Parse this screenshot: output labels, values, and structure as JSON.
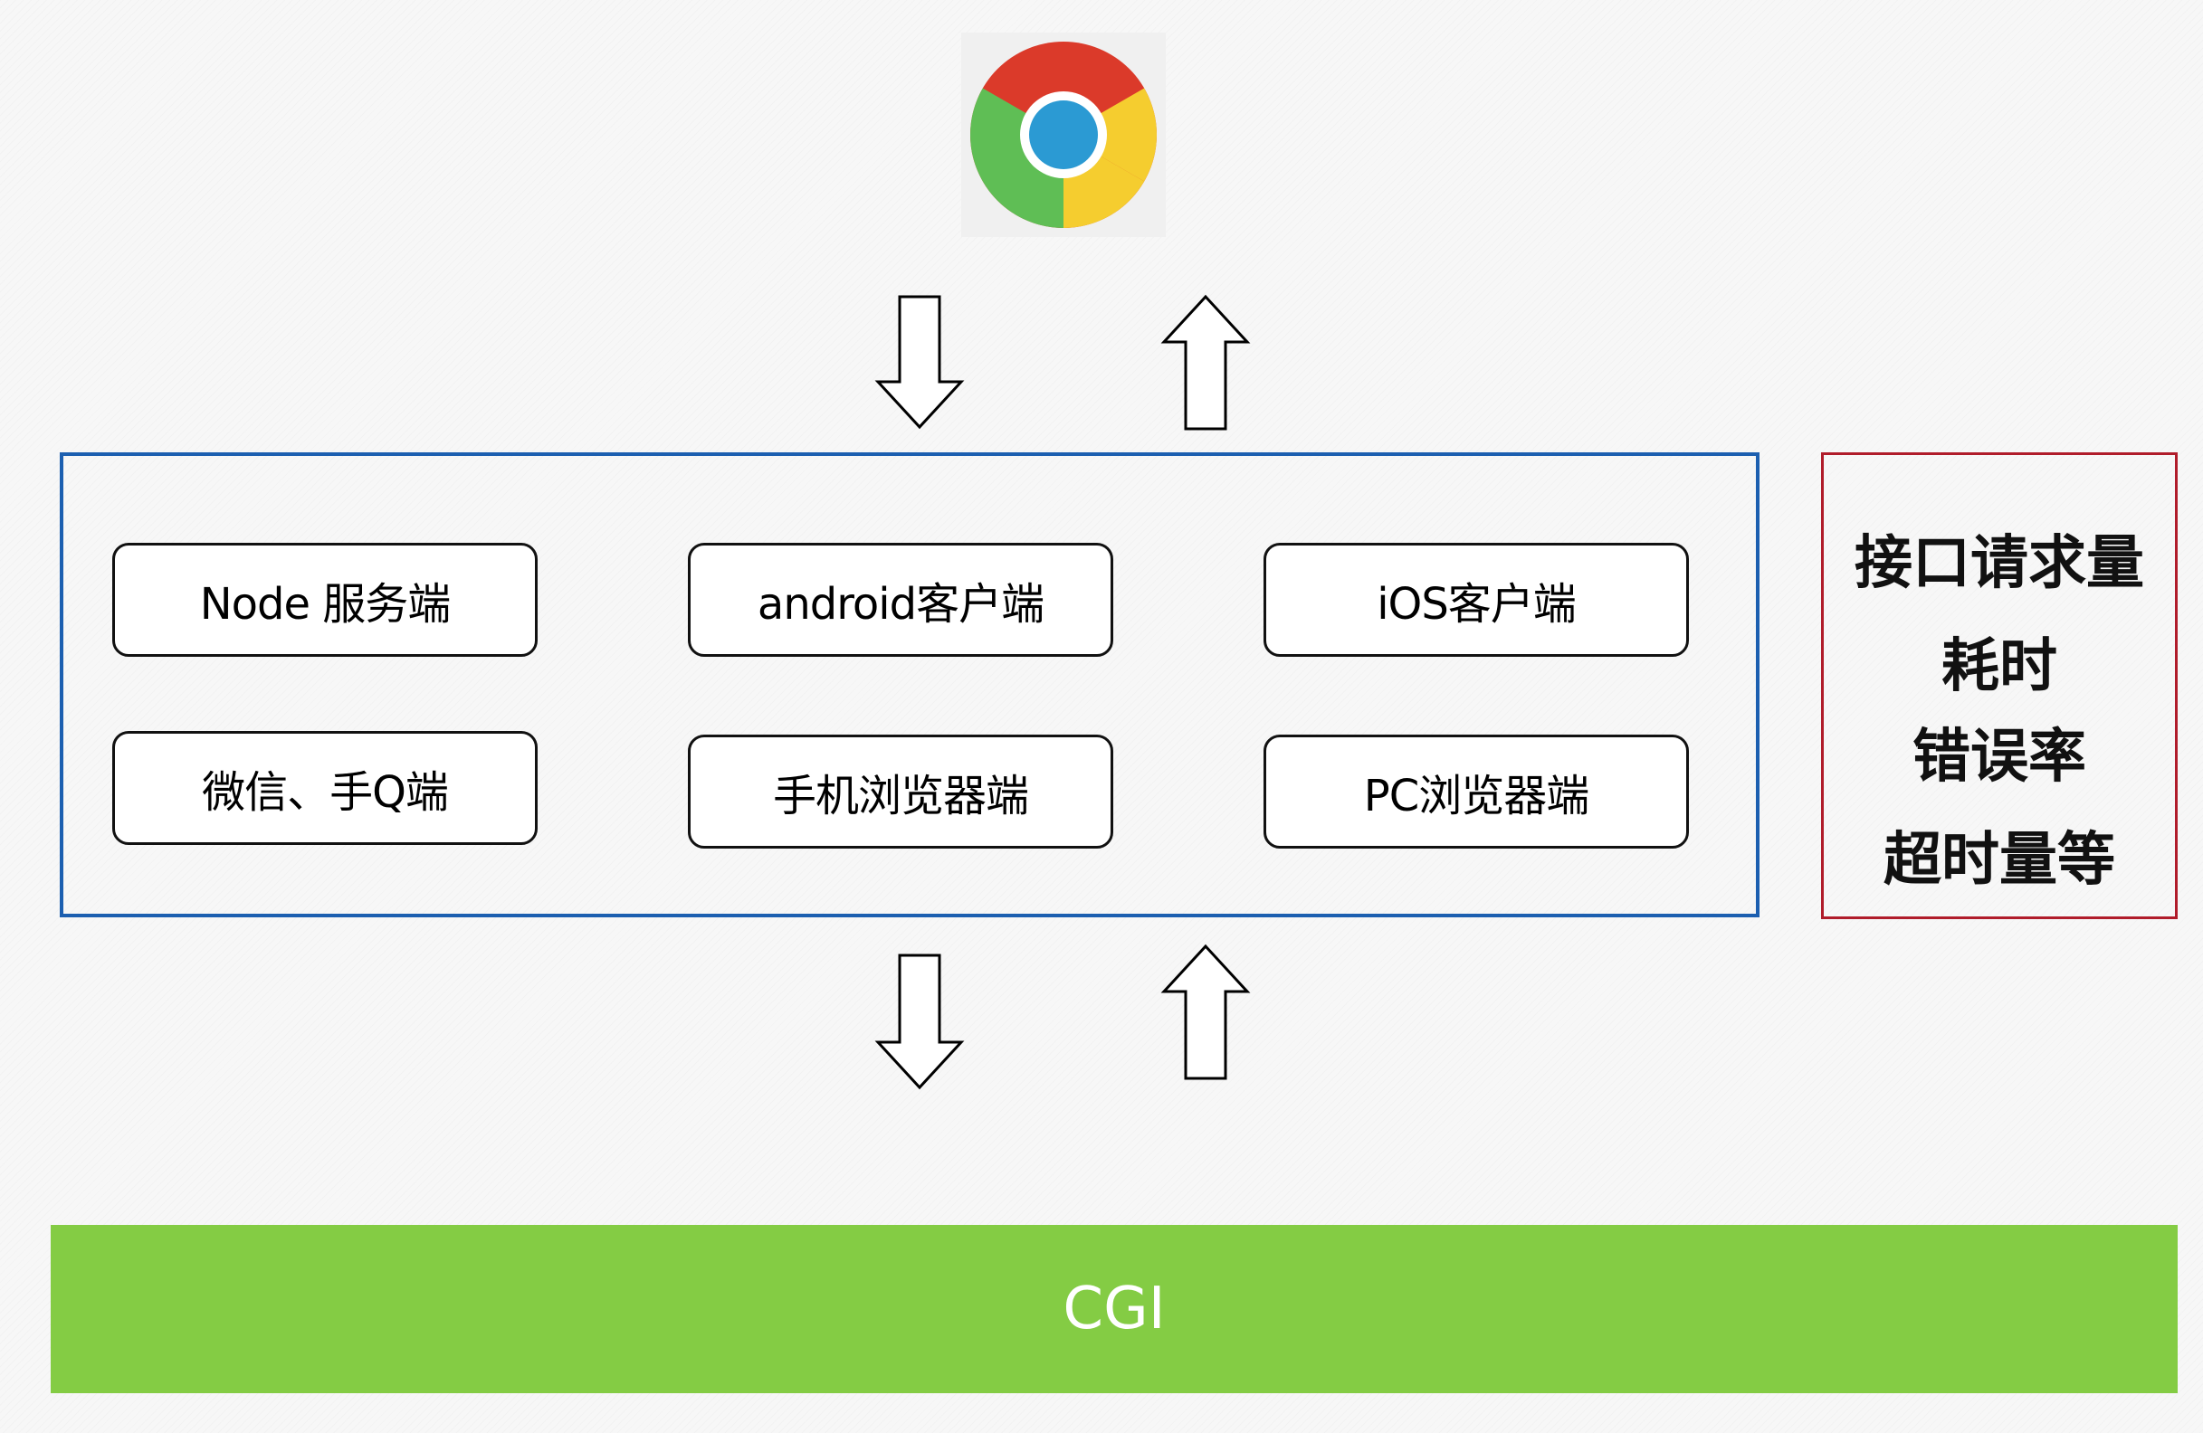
{
  "browser_icon": "chrome-browser-icon",
  "clients": {
    "items": [
      {
        "label": "Node 服务端"
      },
      {
        "label": "android客户端"
      },
      {
        "label": "iOS客户端"
      },
      {
        "label": "微信、手Q端"
      },
      {
        "label": "手机浏览器端"
      },
      {
        "label": "PC浏览器端"
      }
    ]
  },
  "metrics": {
    "items": [
      {
        "label": "接口请求量"
      },
      {
        "label": "耗时"
      },
      {
        "label": "错误率"
      },
      {
        "label": "超时量等"
      }
    ]
  },
  "cgi": {
    "label": "CGI"
  },
  "colors": {
    "clients_border": "#1c5fb0",
    "metrics_border": "#b01c2a",
    "cgi_fill": "#84cc44"
  }
}
